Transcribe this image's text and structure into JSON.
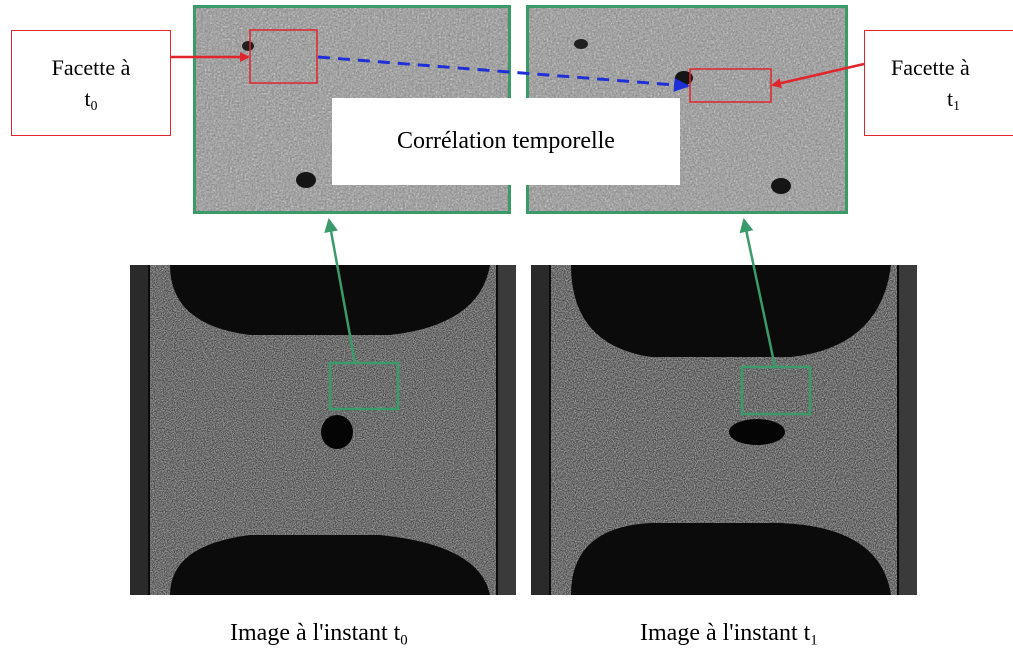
{
  "labels": {
    "facet_t0": {
      "text": "Facette à",
      "sub": "0",
      "prefix": "t"
    },
    "facet_t1": {
      "text": "Facette à",
      "sub": "1",
      "prefix": "t"
    },
    "correlation": "Corrélation temporelle"
  },
  "captions": {
    "t0": {
      "text": "Image à l'instant t",
      "sub": "0"
    },
    "t1": {
      "text": "Image à l'instant t",
      "sub": "1"
    }
  },
  "colors": {
    "zoom_border": "#3a9a6a",
    "facet_border": "#e0262c",
    "temporal_arrow": "#1f2fd8",
    "zoom_arrow": "#3a9a6a"
  }
}
